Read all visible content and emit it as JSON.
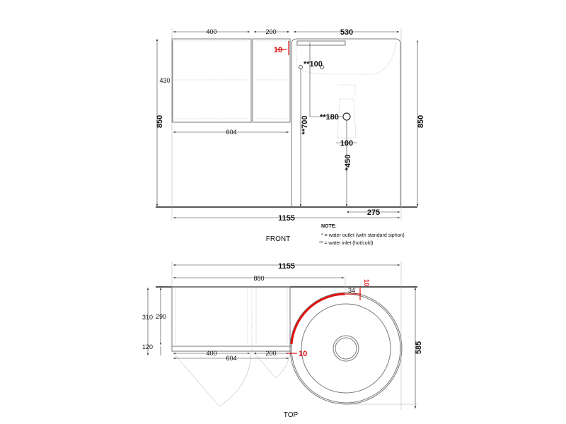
{
  "front": {
    "title": "FRONT",
    "dims": {
      "cab_left_width": "400",
      "cab_right_width": "200",
      "basin_width": "530",
      "cab_height": "430",
      "total_height_left": "850",
      "total_height_right": "850",
      "cab_total_width": "604",
      "total_width": "1155",
      "outlet_offset": "275",
      "gap": "10",
      "inlet_spacing": "**100",
      "inlet_height": "**700",
      "inlet_depth": "**180",
      "outlet_diameter": "100",
      "outlet_height": "*450"
    }
  },
  "note": {
    "heading": "NOTE:",
    "lines": [
      "* = water outlet (with standard siphon)",
      "** = water inlet (hot/cold)"
    ]
  },
  "top": {
    "title": "TOP",
    "dims": {
      "total_width": "1155",
      "cab_to_center": "880",
      "offset": "34",
      "gap_top": "10",
      "gap_side": "10",
      "depth_total": "310",
      "depth_body": "290",
      "door_depth": "120",
      "cab_left_width": "400",
      "cab_right_width": "200",
      "cab_total_width": "604",
      "basin_depth": "585"
    }
  },
  "colors": {
    "highlight": "#e01010",
    "line": "#333333"
  }
}
